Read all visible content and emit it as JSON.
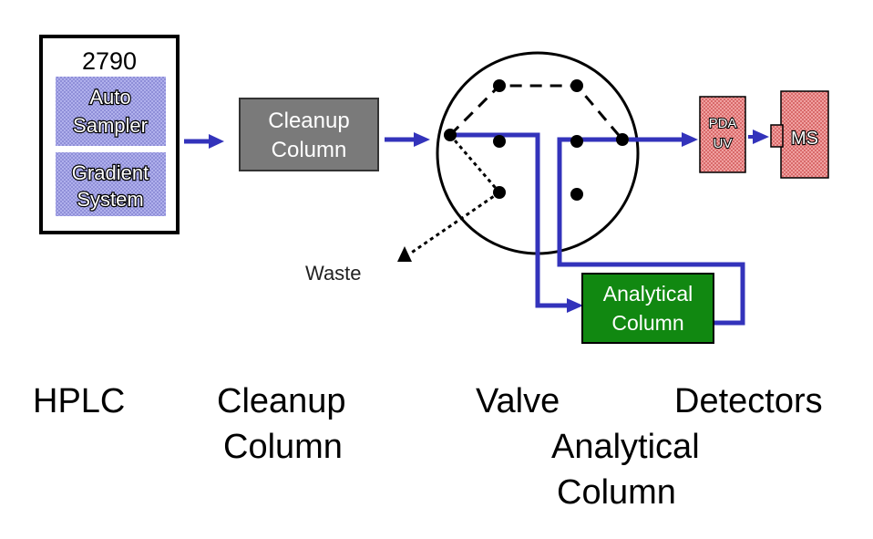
{
  "diagram": {
    "hplc_box": {
      "model": "2790",
      "auto_sampler": [
        "Auto",
        "Sampler"
      ],
      "gradient_system": [
        "Gradient",
        "System"
      ]
    },
    "cleanup_column": [
      "Cleanup",
      "Column"
    ],
    "analytical_column": [
      "Analytical",
      "Column"
    ],
    "pda_uv": [
      "PDA",
      "UV"
    ],
    "ms": "MS",
    "waste": "Waste"
  },
  "captions": {
    "hplc": "HPLC",
    "cleanup_column": [
      "Cleanup",
      "Column"
    ],
    "valve": "Valve",
    "detectors": "Detectors",
    "analytical_column": [
      "Analytical",
      "Column"
    ]
  },
  "colors": {
    "flow_line": "#3333bb",
    "hplc_panel": "#9999dd",
    "cleanup_box": "#777777",
    "analytical_box": "#118811",
    "detector_box": "#dd7777"
  }
}
